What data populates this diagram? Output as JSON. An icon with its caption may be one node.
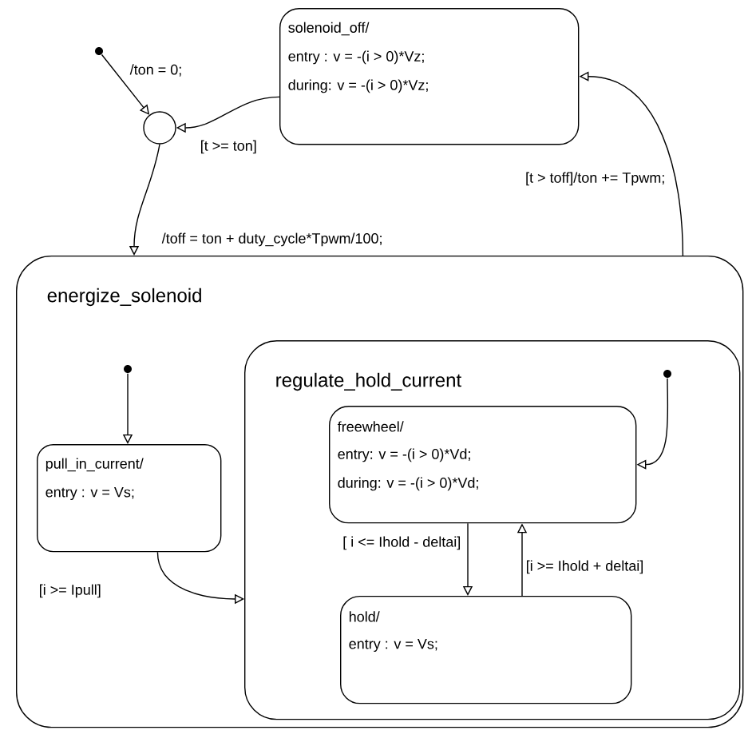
{
  "diagram": {
    "nodes": [
      {
        "text": [],
        "shape": "dot"
      },
      {
        "text": [],
        "shape": "circle"
      },
      {
        "text": [
          "solenoid_off/",
          "entry : v = -(i > 0)*Vz;",
          "during: v = -(i > 0)*Vz;"
        ]
      },
      {
        "text": [
          "energize_solenoid"
        ]
      },
      {
        "text": [],
        "shape": "dot",
        "in": 3
      },
      {
        "text": [
          "pull_in_current/",
          "entry : v = Vs;"
        ],
        "in": 3
      },
      {
        "text": [
          "regulate_hold_current"
        ],
        "in": 3
      },
      {
        "text": [],
        "shape": "dot",
        "in": 6
      },
      {
        "text": [
          "freewheel/",
          "entry: v = -(i > 0)*Vd;",
          "during: v = -(i > 0)*Vd;"
        ],
        "in": 6
      },
      {
        "text": [
          "hold/",
          "entry : v = Vs;"
        ],
        "in": 6
      }
    ],
    "edges": [
      {
        "from": 0,
        "to": 1,
        "arrow": "to",
        "label": "/ton = 0;"
      },
      {
        "from": 2,
        "to": 1,
        "arrow": "to",
        "label": "[t >= ton]"
      },
      {
        "from": 1,
        "to": 3,
        "arrow": "to",
        "label": "/toff = ton + duty_cycle*Tpwm/100;"
      },
      {
        "from": 3,
        "to": 2,
        "arrow": "to",
        "label": "[t > toff]/ton += Tpwm;"
      },
      {
        "from": 4,
        "to": 5,
        "arrow": "to"
      },
      {
        "from": 5,
        "to": 6,
        "arrow": "to",
        "label": "[i >= Ipull]"
      },
      {
        "from": 7,
        "to": 8,
        "arrow": "to"
      },
      {
        "from": 8,
        "to": 9,
        "arrow": "to",
        "label": "[ i <= Ihold - deltai]"
      },
      {
        "from": 9,
        "to": 8,
        "arrow": "to",
        "label": "[i >= Ihold + deltai]"
      }
    ]
  }
}
